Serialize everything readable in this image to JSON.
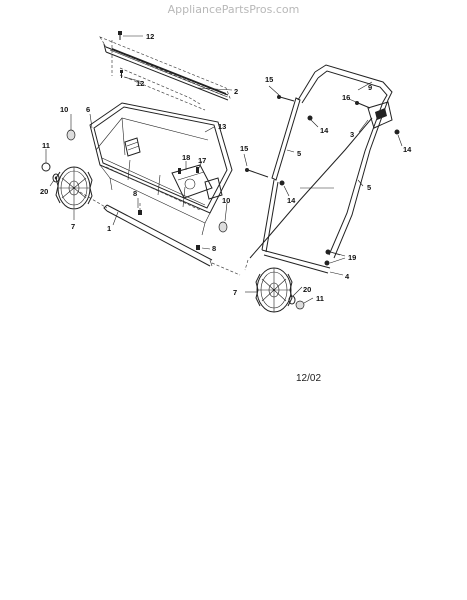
{
  "site": {
    "watermark": "AppliancePartsPros.com"
  },
  "diagram": {
    "date_code": "12/02",
    "labels": {
      "l1": "1",
      "l2": "2",
      "l3": "3",
      "l4": "4",
      "l5a": "5",
      "l5b": "5",
      "l6": "6",
      "l7a": "7",
      "l7b": "7",
      "l8a": "8",
      "l8b": "8",
      "l9": "9",
      "l10a": "10",
      "l10b": "10",
      "l11a": "11",
      "l11b": "11",
      "l12a": "12",
      "l12b": "12",
      "l13": "13",
      "l14a": "14",
      "l14b": "14",
      "l14c": "14",
      "l15": "15",
      "l16": "16",
      "l17": "17",
      "l18": "18",
      "l19": "19",
      "l20a": "20",
      "l20b": "20"
    }
  }
}
